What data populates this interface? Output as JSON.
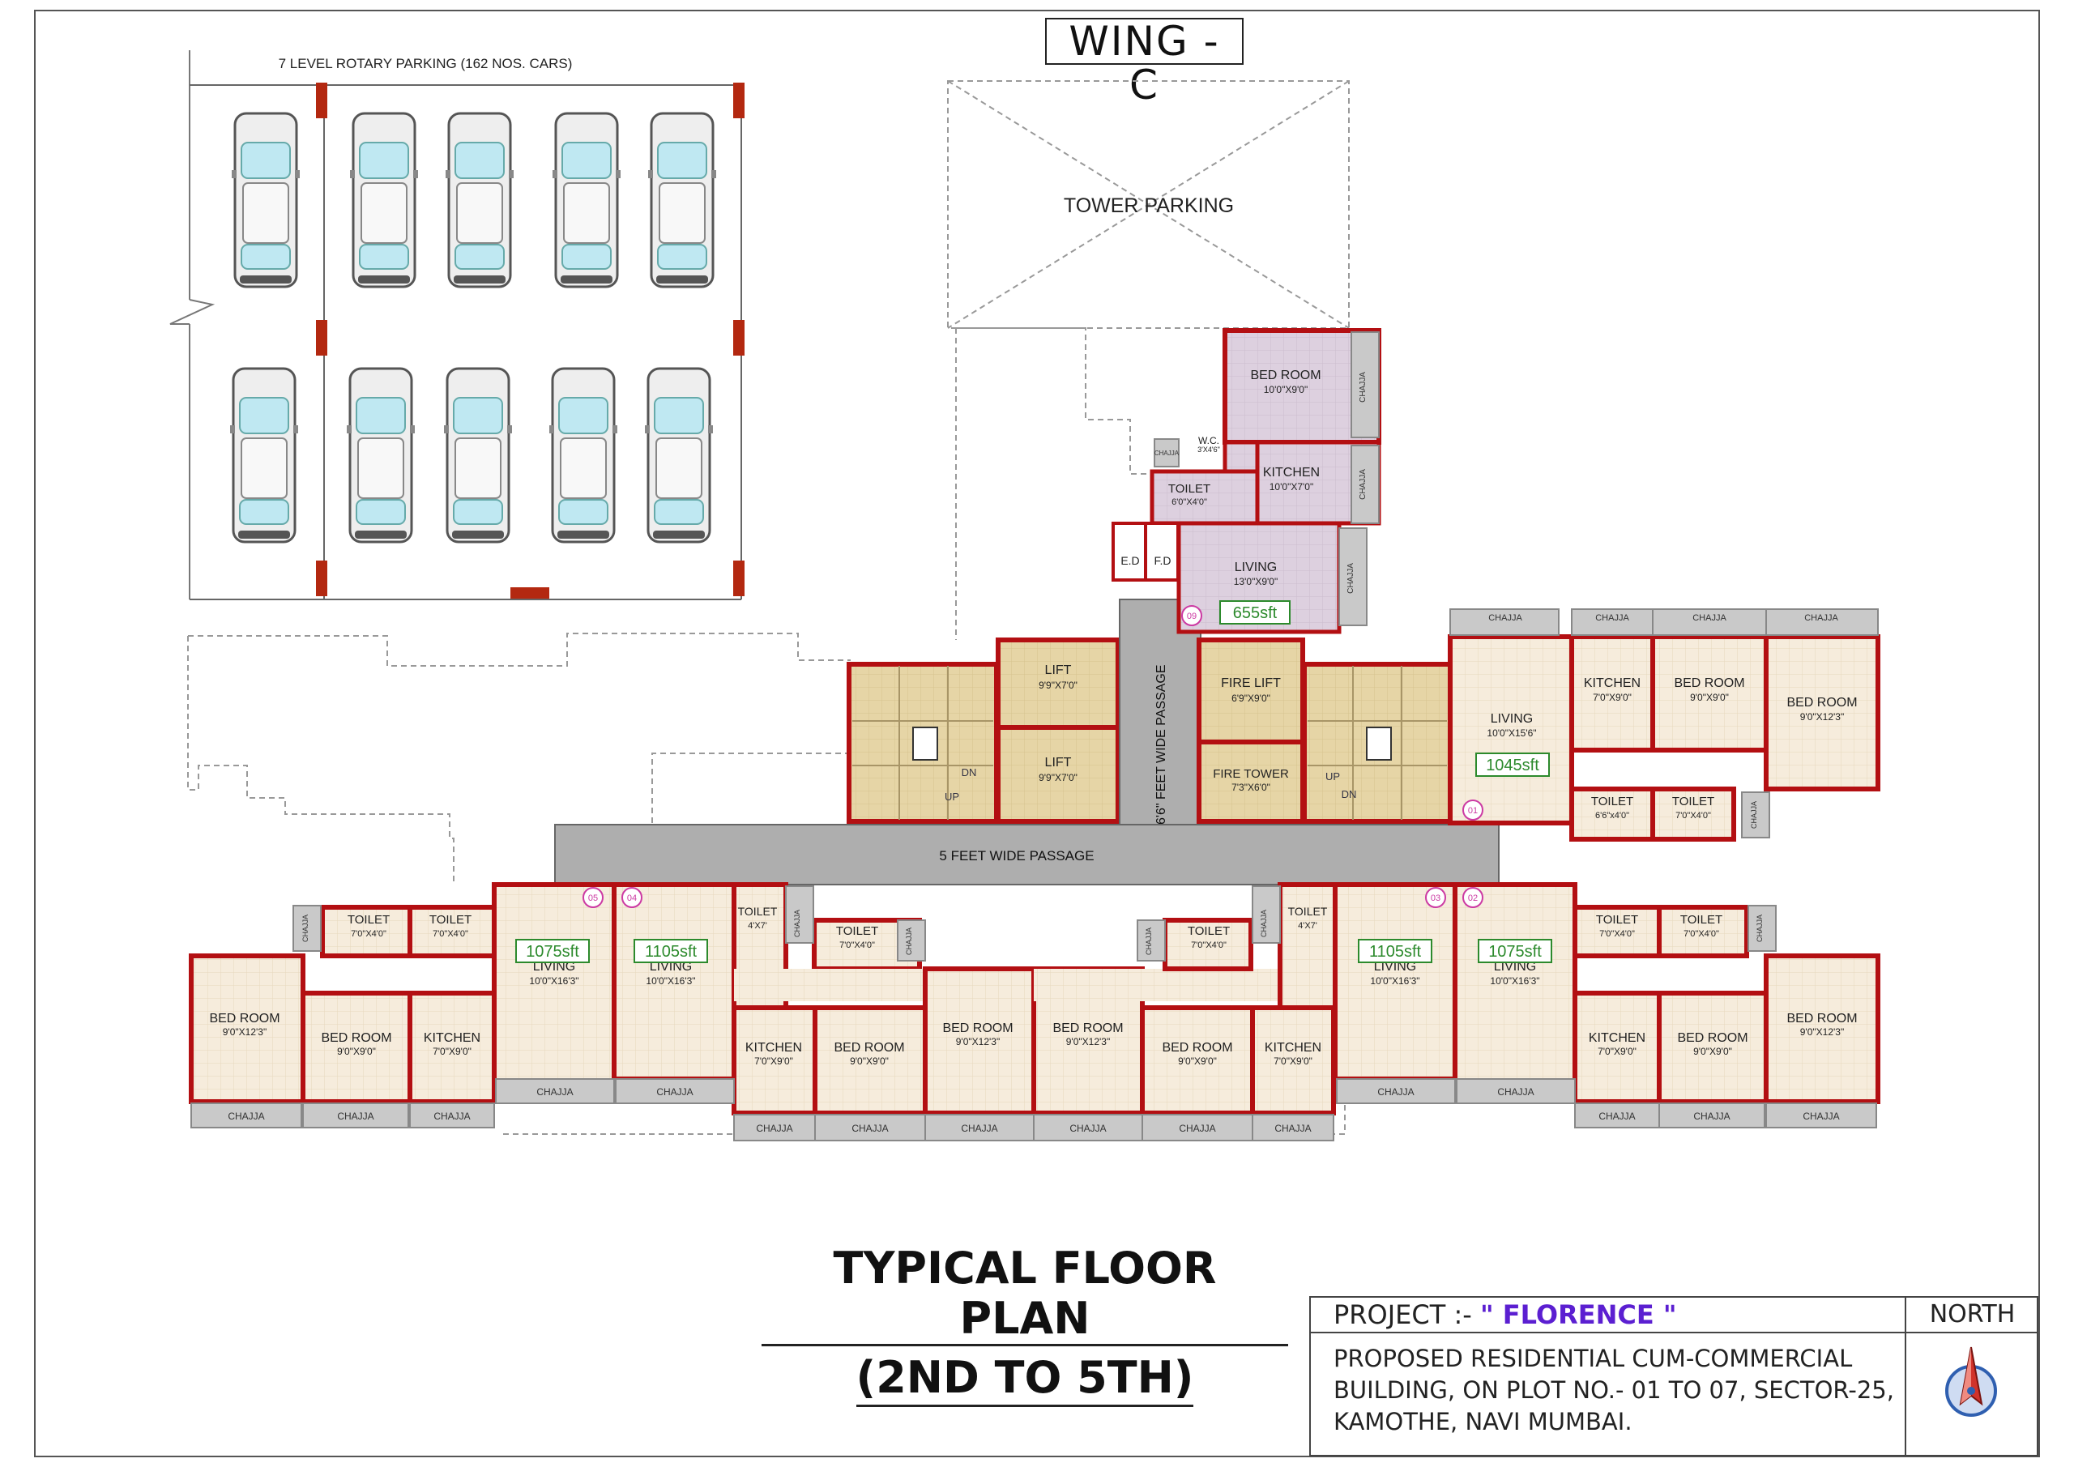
{
  "header": {
    "wing_title": "WING - C"
  },
  "parking": {
    "rotary_label": "7 LEVEL ROTARY PARKING (162 NOS. CARS)",
    "tower_label": "TOWER PARKING"
  },
  "plan_title": {
    "line1": "TYPICAL FLOOR PLAN",
    "line2": "(2ND TO 5TH)"
  },
  "title_block": {
    "project_prefix": "PROJECT :- ",
    "project_name": "\" FLORENCE \"",
    "north_label": "NORTH",
    "description": [
      "PROPOSED RESIDENTIAL CUM-COMMERCIAL",
      "BUILDING, ON PLOT NO.- 01 TO 07, SECTOR-25,",
      "KAMOTHE, NAVI MUMBAI."
    ]
  },
  "colors": {
    "wall": "#b30f12",
    "flat_floor": "#f6ecdc",
    "flat09_floor": "#ddd0df",
    "core_floor": "#e6d5a6",
    "passage": "#aeaeae",
    "chajja": "#c9c9c9",
    "area_tag": "#2c8a2c",
    "unit_tag": "#cc3aa3"
  },
  "passages": {
    "main": "5 FEET WIDE PASSAGE",
    "vertical": "6'6\" FEET WIDE PASSAGE"
  },
  "core": {
    "lift_1": {
      "name": "LIFT",
      "size": "9'9\"X7'0\""
    },
    "lift_2": {
      "name": "LIFT",
      "size": "9'9\"X7'0\""
    },
    "fire_lift": {
      "name": "FIRE LIFT",
      "size": "6'9\"X9'0\""
    },
    "fire_tower": {
      "name": "FIRE TOWER",
      "size": "7'3\"X6'0\""
    },
    "stair_left": {
      "dn": "DN",
      "up": "UP"
    },
    "stair_right": {
      "dn": "DN",
      "up": "UP"
    },
    "ed": "E.D",
    "fd": "F.D"
  },
  "units": {
    "u09": {
      "no": "09",
      "area": "655sft",
      "bed": {
        "name": "BED ROOM",
        "size": "10'0\"X9'0\""
      },
      "wc": {
        "name": "W.C.",
        "size": "3'X4'6\""
      },
      "kitchen": {
        "name": "KITCHEN",
        "size": "10'0\"X7'0\""
      },
      "toilet": {
        "name": "TOILET",
        "size": "6'0\"X4'0\""
      },
      "living": {
        "name": "LIVING",
        "size": "13'0\"X9'0\""
      }
    },
    "u01": {
      "no": "01",
      "area": "1045sft",
      "living": {
        "name": "LIVING",
        "size": "10'0\"X15'6\""
      },
      "kitchen": {
        "name": "KITCHEN",
        "size": "7'0\"X9'0\""
      },
      "bed1": {
        "name": "BED ROOM",
        "size": "9'0\"X9'0\""
      },
      "bed2": {
        "name": "BED ROOM",
        "size": "9'0\"X12'3\""
      },
      "toilet1": {
        "name": "TOILET",
        "size": "6'6\"x4'0\""
      },
      "toilet2": {
        "name": "TOILET",
        "size": "7'0\"X4'0\""
      }
    },
    "u05": {
      "no": "05",
      "area": "1075sft",
      "living": {
        "name": "LIVING",
        "size": "10'0\"X16'3\""
      },
      "bed1": {
        "name": "BED ROOM",
        "size": "9'0\"X12'3\""
      },
      "bed2": {
        "name": "BED ROOM",
        "size": "9'0\"X9'0\""
      },
      "kitchen": {
        "name": "KITCHEN",
        "size": "7'0\"X9'0\""
      },
      "toilet1": {
        "name": "TOILET",
        "size": "7'0\"X4'0\""
      },
      "toilet2": {
        "name": "TOILET",
        "size": "7'0\"X4'0\""
      }
    },
    "u04": {
      "no": "04",
      "area": "1105sft",
      "living": {
        "name": "LIVING",
        "size": "10'0\"X16'3\""
      },
      "toilet_small": {
        "name": "TOILET",
        "size": "4'X7'"
      },
      "toilet": {
        "name": "TOILET",
        "size": "7'0\"X4'0\""
      },
      "kitchen": {
        "name": "KITCHEN",
        "size": "7'0\"X9'0\""
      },
      "bed1": {
        "name": "BED ROOM",
        "size": "9'0\"X9'0\""
      },
      "bed2": {
        "name": "BED ROOM",
        "size": "9'0\"X12'3\""
      }
    },
    "u03": {
      "no": "03",
      "area": "1105sft",
      "living": {
        "name": "LIVING",
        "size": "10'0\"X16'3\""
      },
      "toilet_small": {
        "name": "TOILET",
        "size": "4'X7'"
      },
      "toilet": {
        "name": "TOILET",
        "size": "7'0\"X4'0\""
      },
      "kitchen": {
        "name": "KITCHEN",
        "size": "7'0\"X9'0\""
      },
      "bed1": {
        "name": "BED ROOM",
        "size": "9'0\"X9'0\""
      },
      "bed2": {
        "name": "BED ROOM",
        "size": "9'0\"X12'3\""
      }
    },
    "u02": {
      "no": "02",
      "area": "1075sft",
      "living": {
        "name": "LIVING",
        "size": "10'0\"X16'3\""
      },
      "toilet1": {
        "name": "TOILET",
        "size": "7'0\"X4'0\""
      },
      "toilet2": {
        "name": "TOILET",
        "size": "7'0\"X4'0\""
      },
      "kitchen": {
        "name": "KITCHEN",
        "size": "7'0\"X9'0\""
      },
      "bed1": {
        "name": "BED ROOM",
        "size": "9'0\"X9'0\""
      },
      "bed2": {
        "name": "BED ROOM",
        "size": "9'0\"X12'3\""
      }
    }
  },
  "chajja_label": "CHAJJA"
}
